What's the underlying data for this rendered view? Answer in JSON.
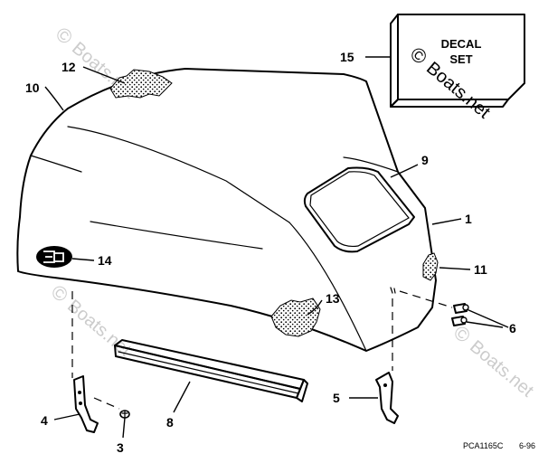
{
  "callouts": {
    "c1": "1",
    "c3": "3",
    "c4": "4",
    "c5": "5",
    "c6": "6",
    "c8": "8",
    "c9": "9",
    "c10": "10",
    "c11": "11",
    "c12": "12",
    "c13": "13",
    "c14": "14",
    "c15": "15"
  },
  "decal_box": {
    "line1": "DECAL",
    "line2": "SET"
  },
  "watermark": {
    "copyright_symbol": "©",
    "text": "Boats.net"
  },
  "footer": {
    "part_code": "PCA1165C",
    "date": "6-96"
  },
  "colors": {
    "line": "#000000",
    "background": "#ffffff",
    "watermark": "#9a9a9a"
  }
}
